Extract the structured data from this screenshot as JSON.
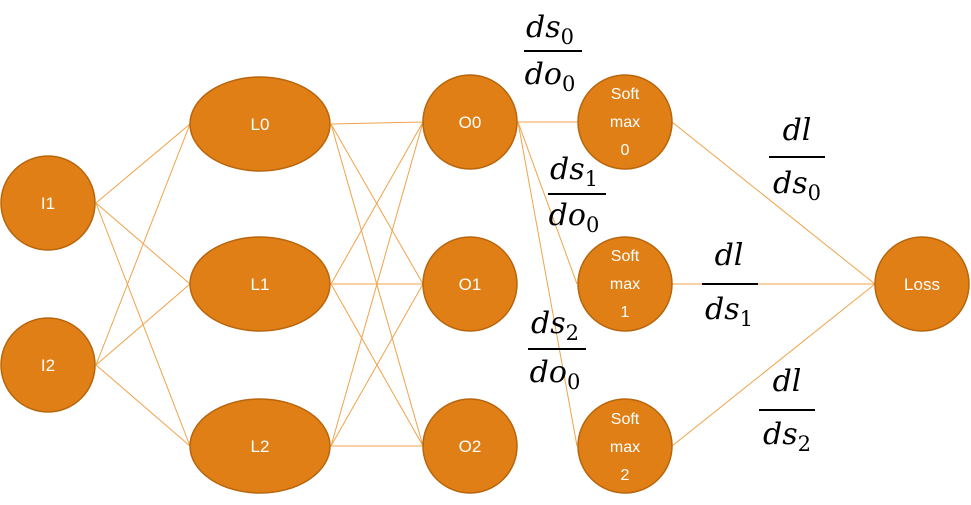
{
  "colors": {
    "node_fill": "#e07f16",
    "node_stroke": "#b8650c",
    "edge": "#f0a34a",
    "text": "#ffffff"
  },
  "nodes": {
    "i1": "I1",
    "i2": "I2",
    "l0": "L0",
    "l1": "L1",
    "l2": "L2",
    "o0": "O0",
    "o1": "O1",
    "o2": "O2",
    "loss": "Loss",
    "softmax0": [
      "Soft",
      "max",
      "0"
    ],
    "softmax1": [
      "Soft",
      "max",
      "1"
    ],
    "softmax2": [
      "Soft",
      "max",
      "2"
    ]
  },
  "derivatives": {
    "ds0_do0": {
      "num": "ds",
      "num_sub": "0",
      "den": "do",
      "den_sub": "0"
    },
    "ds1_do0": {
      "num": "ds",
      "num_sub": "1",
      "den": "do",
      "den_sub": "0"
    },
    "ds2_do0": {
      "num": "ds",
      "num_sub": "2",
      "den": "do",
      "den_sub": "0"
    },
    "dl_ds0": {
      "num": "dl",
      "den": "ds",
      "den_sub": "0"
    },
    "dl_ds1": {
      "num": "dl",
      "den": "ds",
      "den_sub": "1"
    },
    "dl_ds2": {
      "num": "dl",
      "den": "ds",
      "den_sub": "2"
    }
  }
}
